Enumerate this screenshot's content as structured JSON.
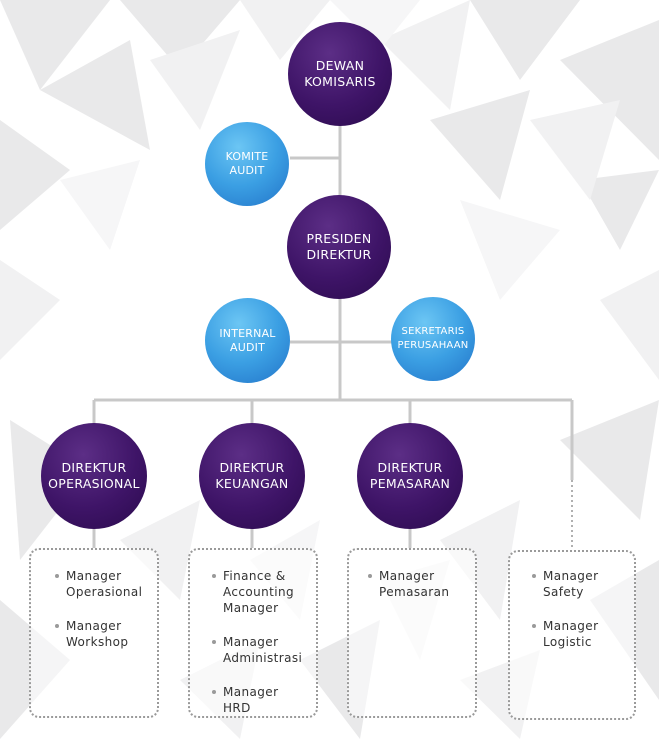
{
  "nodes": {
    "dewan_komisaris": "DEWAN\nKOMISARIS",
    "komite_audit": "KOMITE\nAUDIT",
    "presiden_direktur": "PRESIDEN\nDIREKTUR",
    "internal_audit": "INTERNAL\nAUDIT",
    "sekretaris_perusahaan": "SEKRETARIS\nPERUSAHAAN",
    "direktur_operasional": "DIREKTUR\nOPERASIONAL",
    "direktur_keuangan": "DIREKTUR\nKEUANGAN",
    "direktur_pemasaran": "DIREKTUR\nPEMASARAN"
  },
  "groups": {
    "operasional": [
      "Manager\nOperasional",
      "Manager\nWorkshop"
    ],
    "keuangan": [
      "Finance &\nAccounting\nManager",
      "Manager\nAdministrasi",
      "Manager HRD"
    ],
    "pemasaran": [
      "Manager\nPemasaran"
    ],
    "lainnya": [
      "Manager\nSafety",
      "Manager\nLogistic"
    ]
  },
  "colors": {
    "director_node": "#3e1467",
    "staff_node": "#3b9fe3",
    "connector": "#c8c8c8",
    "box_border": "#9a9a9a"
  }
}
